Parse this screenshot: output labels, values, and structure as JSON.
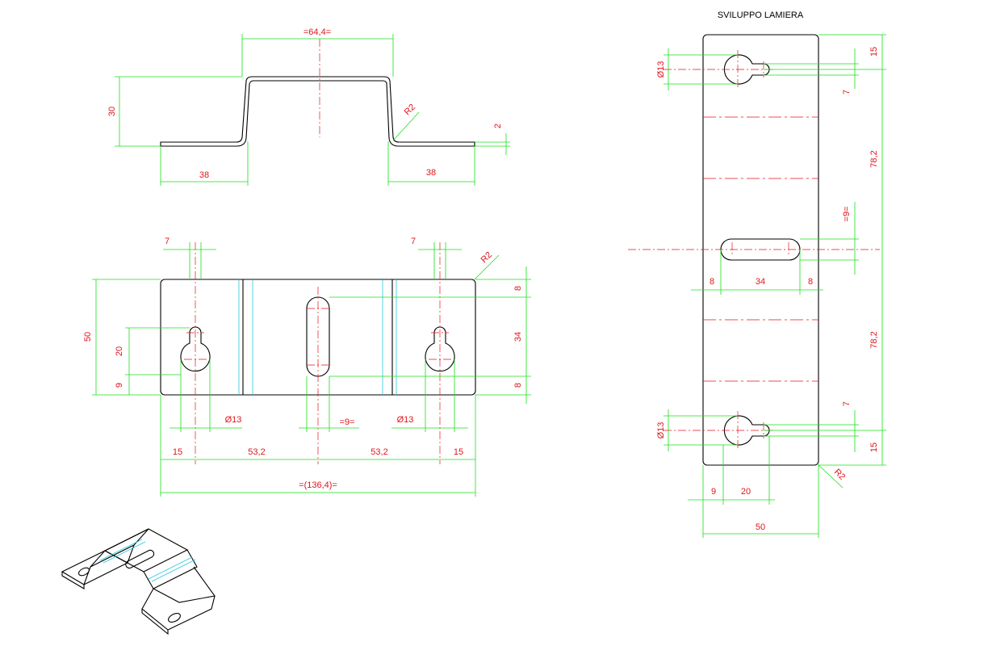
{
  "drawing": {
    "flat_title": "SVILUPPO LAMIERA",
    "side_view": {
      "top_width": "=64,4=",
      "height": "30",
      "flange_left": "38",
      "flange_right": "38",
      "thickness": "2",
      "bend_radius": "R2"
    },
    "front_view": {
      "hole_offset_left": "7",
      "hole_offset_right": "7",
      "corner_radius": "R2",
      "total_height": "50",
      "key_spacing": "20",
      "key_bottom": "9",
      "edge_top": "8",
      "slot_length": "34",
      "edge_bottom": "8",
      "hole_dia_left": "Ø13",
      "slot_width": "=9=",
      "hole_dia_right": "Ø13",
      "edge_left": "15",
      "pitch_left": "53,2",
      "pitch_right": "53,2",
      "edge_right": "15",
      "overall_length": "=(136,4)="
    },
    "flat_pattern": {
      "top_edge": "15",
      "top_hole_dia": "Ø13",
      "top_key": "7",
      "span_upper": "78,2",
      "slot_width": "=9=",
      "slot_margin_left": "8",
      "slot_length": "34",
      "slot_margin_right": "8",
      "span_lower": "78,2",
      "bottom_key": "7",
      "bottom_hole_dia": "Ø13",
      "bottom_edge": "15",
      "corner_radius": "R2",
      "hole_offset": "9",
      "key_length": "20",
      "width": "50"
    }
  },
  "colors": {
    "outline": "#000000",
    "dimension": "#18e018",
    "dimension_text": "#e0151b",
    "centerline": "#e8151b",
    "bend_edge": "#29c8dc"
  }
}
